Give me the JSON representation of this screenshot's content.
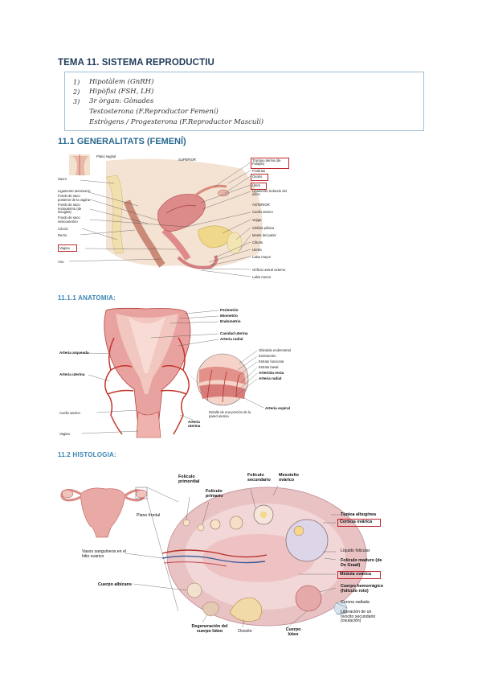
{
  "title": "TEMA 11. SISTEMA REPRODUCTIU",
  "notes": [
    {
      "num": "1)",
      "text": "Hipotàlem (GnRH)"
    },
    {
      "num": "2)",
      "text": "Hipòfisi (FSH, LH)"
    },
    {
      "num": "3)",
      "text": "3r òrgan: Gònades"
    },
    {
      "num": "",
      "text": "Testosterona (F.Reproductor Femení)"
    },
    {
      "num": "",
      "text": "Estrògens / Progesterona (F.Reproductor Masculí)"
    }
  ],
  "section1": {
    "heading": "11.1 GENERALITATS (FEMENÍ)"
  },
  "section1_1": {
    "heading": "11.1.1 ANATOMIA",
    "suffix": ":"
  },
  "section2": {
    "heading": "11.2 HISTOLOGIA",
    "suffix": ":"
  },
  "fig1": {
    "left_labels": [
      "Plano sagital",
      "Sacro",
      "Ligamento uterosacro",
      "Fondo de saco posterior de la vagina",
      "Fondo de saco rectouterino (de Douglas)",
      "Fondo de saco vesicouterino",
      "Cóccix",
      "Recto",
      "Vagina",
      "Ano"
    ],
    "top_label": "SUPERIOR",
    "right_labels": [
      "Trompa uterina (de Falopio)",
      "Fimbrias",
      "Ovario",
      "Útero",
      "Ligamento redondo del útero",
      "ANTERIOR",
      "Cuello uterino",
      "Vejiga",
      "Sínfisis púbica",
      "Monte del pubis",
      "Clítoris",
      "Uretra",
      "Labio mayor",
      "Orificio uretral externo",
      "Labio menor"
    ],
    "boxed": [
      "Trompa uterina (de Falopio)",
      "Ovario",
      "Útero",
      "Vagina"
    ]
  },
  "fig2": {
    "right_labels": [
      "Perimetrio",
      "Miometrio",
      "Endometrio",
      "Cavidad uterina",
      "Arteria radial"
    ],
    "left_labels": [
      "Arteria arqueada",
      "Arteria uterina",
      "Cuello uterino",
      "Vagina"
    ],
    "inset_labels": [
      "Glándula endometrial",
      "Endometrio",
      "Estrato funcional",
      "Estrato basal",
      "Arteriola recta",
      "Arteria radial",
      "Arteria espiral"
    ],
    "caption": "Detalle de una porción de la pared uterina",
    "bottom_label": "Arteria uterina"
  },
  "fig3": {
    "plane_label": "Plano frontal",
    "top_labels": [
      "Folículo primordial",
      "Folículo primario",
      "Folículo secundario",
      "Mesotelio ovárico"
    ],
    "right_labels": [
      "Túnica albugínea",
      "Corteza ovárica",
      "Líquido folicular",
      "Folículo maduro (de De Graaf)",
      "Médula ovárica",
      "Cuerpo hemorrágico (folículo roto)",
      "Corona radiada",
      "Liberación de un ovocito secundario (ovulación)"
    ],
    "left_labels": [
      "Vasos sanguíneos en el hilio ovárico",
      "Cuerpo albicans"
    ],
    "bottom_labels": [
      "Degeneración del cuerpo lúteo",
      "Ovocito",
      "Cuerpo lúteo"
    ],
    "boxed": [
      "Corteza ovárica",
      "Médula ovárica"
    ]
  },
  "colors": {
    "title": "#1f3b5a",
    "heading": "#2a6a8f",
    "subheading": "#3b86b3",
    "box_border": "#9fbfd6",
    "highlight": "#c0262d",
    "tissue": "#e39a9a",
    "tissue_dark": "#b5413f"
  }
}
